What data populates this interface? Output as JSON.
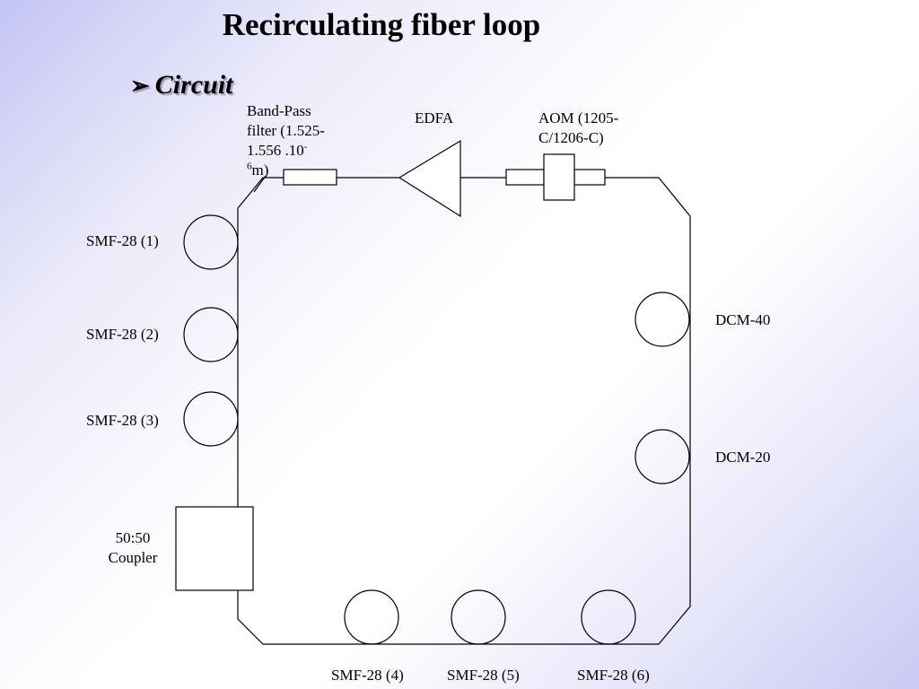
{
  "title": "Recirculating fiber loop",
  "subtitle": {
    "bullet": "➢",
    "text": "Circuit"
  },
  "labels": {
    "bandpass": {
      "line1": "Band-Pass",
      "line2": "filter (1.525-",
      "line3": "1.556 .10",
      "line3_sup": "-",
      "line4_sup": "6",
      "line4": "m)"
    },
    "edfa": "EDFA",
    "aom": {
      "line1": "AOM (1205-",
      "line2": "C/1206-C)"
    },
    "smf1": "SMF-28 (1)",
    "smf2": "SMF-28 (2)",
    "smf3": "SMF-28 (3)",
    "smf4": "SMF-28 (4)",
    "smf5": "SMF-28 (5)",
    "smf6": "SMF-28 (6)",
    "dcm40": "DCM-40",
    "dcm20": "DCM-20",
    "coupler": {
      "line1": "50:50",
      "line2": "Coupler"
    }
  }
}
